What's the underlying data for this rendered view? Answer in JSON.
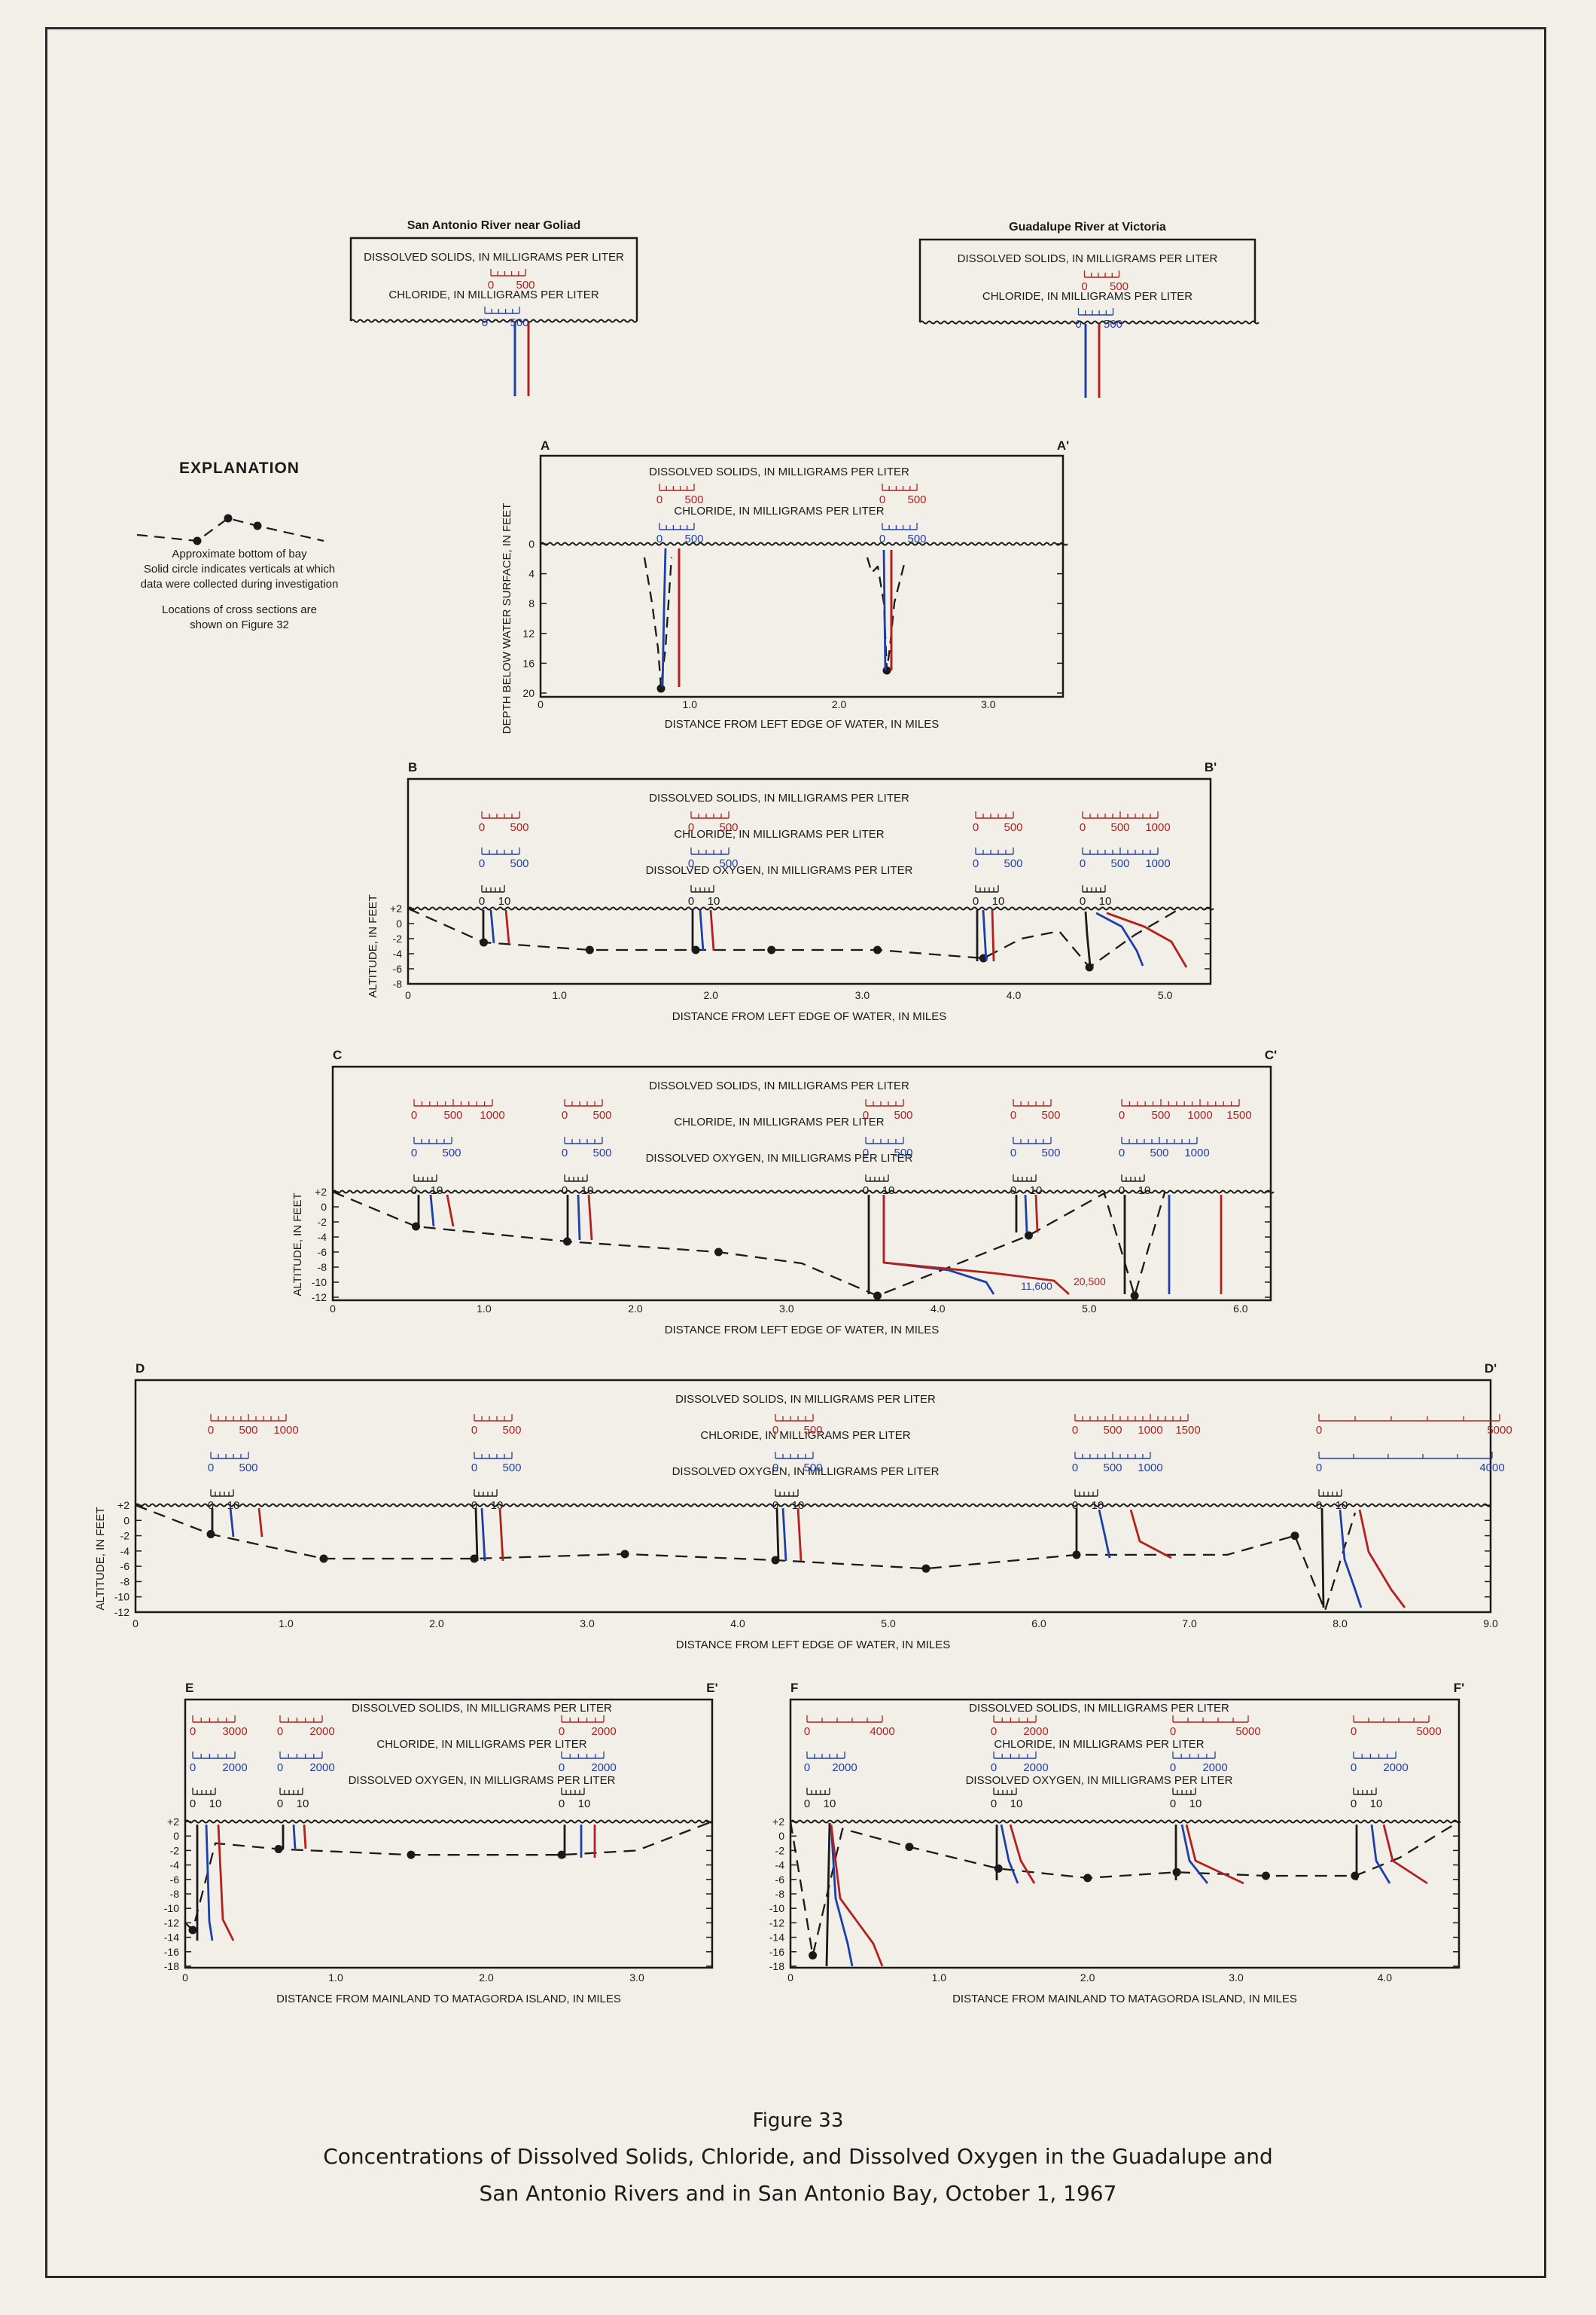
{
  "caption": {
    "number": "Figure 33",
    "line1": "Concentrations of Dissolved Solids, Chloride, and Dissolved Oxygen in the Guadalupe and",
    "line2": "San Antonio Rivers and in San Antonio Bay, October 1, 1967"
  },
  "explanation": {
    "title": "EXPLANATION",
    "line1": "Approximate bottom of bay",
    "line2": "Solid circle indicates verticals at which",
    "line3": "data were collected during investigation",
    "line4": "Locations of cross sections are",
    "line5": "shown on Figure 32"
  },
  "labels": {
    "ds": "DISSOLVED SOLIDS, IN MILLIGRAMS PER LITER",
    "cl": "CHLORIDE, IN MILLIGRAMS PER LITER",
    "do": "DISSOLVED OXYGEN, IN MILLIGRAMS PER LITER"
  },
  "colors": {
    "ds": "#b3201e",
    "cl": "#1f3fa8",
    "do": "#1a1a1a",
    "axis": "#1a1a1a"
  },
  "chart_data": [
    {
      "type": "line",
      "id": "goliad",
      "title": "San Antonio River near Goliad",
      "scales": [
        {
          "ds": {
            "labels": [
              "0",
              "500"
            ]
          },
          "cl": {
            "labels": [
              "0",
              "500"
            ]
          }
        }
      ]
    },
    {
      "type": "line",
      "id": "victoria",
      "title": "Guadalupe River at Victoria",
      "scales": [
        {
          "ds": {
            "labels": [
              "0",
              "500"
            ]
          },
          "cl": {
            "labels": [
              "0",
              "500"
            ]
          }
        }
      ]
    },
    {
      "type": "line",
      "id": "AA",
      "start": "A",
      "end": "A'",
      "ylabel": "DEPTH BELOW WATER SURFACE, IN FEET",
      "xlabel": "DISTANCE FROM LEFT EDGE OF WATER, IN MILES",
      "xlim": [
        0,
        3.5
      ],
      "xticks": [
        "0",
        "1.0",
        "2.0",
        "3.0"
      ],
      "yticks": [
        "0",
        "4",
        "8",
        "12",
        "16",
        "20"
      ],
      "scales": [
        {
          "ds": {
            "labels": [
              "0",
              "500"
            ]
          },
          "cl": {
            "labels": [
              "0",
              "500"
            ]
          }
        },
        {
          "ds": {
            "labels": [
              "0",
              "500"
            ]
          },
          "cl": {
            "labels": [
              "0",
              "500"
            ]
          }
        }
      ]
    },
    {
      "type": "line",
      "id": "BB",
      "start": "B",
      "end": "B'",
      "ylabel": "ALTITUDE, IN FEET",
      "xlabel": "DISTANCE FROM LEFT EDGE OF WATER, IN MILES",
      "xlim": [
        0,
        5.3
      ],
      "ylim": [
        2,
        -8
      ],
      "xticks": [
        "0",
        "1.0",
        "2.0",
        "3.0",
        "4.0",
        "5.0"
      ],
      "yticks": [
        "+2",
        "0",
        "-2",
        "-4",
        "-6",
        "-8"
      ],
      "bottom": [
        [
          0,
          2
        ],
        [
          0.5,
          -2.5
        ],
        [
          1.2,
          -3.5
        ],
        [
          1.9,
          -3.5
        ],
        [
          2.4,
          -3.5
        ],
        [
          3.1,
          -3.5
        ],
        [
          3.8,
          -4.6
        ],
        [
          4.05,
          -2
        ],
        [
          4.3,
          -1
        ],
        [
          4.5,
          -5.8
        ],
        [
          4.8,
          -1.5
        ],
        [
          5.1,
          2
        ]
      ],
      "scales": [
        {
          "ds": {
            "labels": [
              "0",
              "500"
            ]
          },
          "cl": {
            "labels": [
              "0",
              "500"
            ]
          },
          "do": {
            "labels": [
              "0",
              "10"
            ]
          }
        },
        {
          "ds": {
            "labels": [
              "0",
              "500"
            ]
          },
          "cl": {
            "labels": [
              "0",
              "500"
            ]
          },
          "do": {
            "labels": [
              "0",
              "10"
            ]
          }
        },
        {
          "ds": {
            "labels": [
              "0",
              "500"
            ]
          },
          "cl": {
            "labels": [
              "0",
              "500"
            ]
          },
          "do": {
            "labels": [
              "0",
              "10"
            ]
          }
        },
        {
          "ds": {
            "labels": [
              "0",
              "500",
              "1000"
            ]
          },
          "cl": {
            "labels": [
              "0",
              "500",
              "1000"
            ]
          },
          "do": {
            "labels": [
              "0",
              "10"
            ]
          }
        }
      ]
    },
    {
      "type": "line",
      "id": "CC",
      "start": "C",
      "end": "C'",
      "ylabel": "ALTITUDE, IN FEET",
      "xlabel": "DISTANCE FROM LEFT EDGE OF WATER, IN MILES",
      "xlim": [
        0,
        6.2
      ],
      "ylim": [
        2,
        -12
      ],
      "xticks": [
        "0",
        "1.0",
        "2.0",
        "3.0",
        "4.0",
        "5.0",
        "6.0"
      ],
      "yticks": [
        "+2",
        "0",
        "-2",
        "-4",
        "-6",
        "-8",
        "-10",
        "-12"
      ],
      "annotations": [
        "11,600",
        "20,500"
      ],
      "bottom": [
        [
          0,
          2
        ],
        [
          0.55,
          -2.6
        ],
        [
          1.55,
          -4.6
        ],
        [
          2.55,
          -6
        ],
        [
          3.1,
          -7.5
        ],
        [
          3.6,
          -11.8
        ],
        [
          4.6,
          -3.8
        ],
        [
          5.1,
          1.8
        ],
        [
          5.3,
          -11.8
        ],
        [
          5.5,
          2
        ]
      ],
      "scales": [
        {
          "ds": {
            "labels": [
              "0",
              "500",
              "1000"
            ]
          },
          "cl": {
            "labels": [
              "0",
              "500"
            ]
          },
          "do": {
            "labels": [
              "0",
              "10"
            ]
          }
        },
        {
          "ds": {
            "labels": [
              "0",
              "500"
            ]
          },
          "cl": {
            "labels": [
              "0",
              "500"
            ]
          },
          "do": {
            "labels": [
              "0",
              "10"
            ]
          }
        },
        {
          "ds": {
            "labels": [
              "0",
              "500"
            ]
          },
          "cl": {
            "labels": [
              "0",
              "500"
            ]
          },
          "do": {
            "labels": [
              "0",
              "10"
            ]
          }
        },
        {
          "ds": {
            "labels": [
              "0",
              "500"
            ]
          },
          "cl": {
            "labels": [
              "0",
              "500"
            ]
          },
          "do": {
            "labels": [
              "0",
              "10"
            ]
          }
        },
        {
          "ds": {
            "labels": [
              "0",
              "500",
              "1000",
              "1500"
            ]
          },
          "cl": {
            "labels": [
              "0",
              "500",
              "1000"
            ]
          },
          "do": {
            "labels": [
              "0",
              "10"
            ]
          }
        }
      ]
    },
    {
      "type": "line",
      "id": "DD",
      "start": "D",
      "end": "D'",
      "ylabel": "ALTITUDE, IN FEET",
      "xlabel": "DISTANCE FROM LEFT EDGE OF WATER, IN MILES",
      "xlim": [
        0,
        9.0
      ],
      "ylim": [
        2,
        -12
      ],
      "xticks": [
        "0",
        "1.0",
        "2.0",
        "3.0",
        "4.0",
        "5.0",
        "6.0",
        "7.0",
        "8.0",
        "9.0"
      ],
      "yticks": [
        "+2",
        "0",
        "-2",
        "-4",
        "-6",
        "-8",
        "-10",
        "-12"
      ],
      "bottom": [
        [
          0,
          2
        ],
        [
          0.5,
          -1.8
        ],
        [
          1.25,
          -5
        ],
        [
          2.25,
          -5
        ],
        [
          3.25,
          -4.4
        ],
        [
          4.25,
          -5.2
        ],
        [
          5.25,
          -6.3
        ],
        [
          6.25,
          -4.5
        ],
        [
          7.25,
          -4.5
        ],
        [
          7.7,
          -2
        ],
        [
          7.9,
          -11.8
        ],
        [
          8.1,
          1
        ]
      ],
      "scales": [
        {
          "ds": {
            "labels": [
              "0",
              "500",
              "1000"
            ]
          },
          "cl": {
            "labels": [
              "0",
              "500"
            ]
          },
          "do": {
            "labels": [
              "0",
              "10"
            ]
          }
        },
        {
          "ds": {
            "labels": [
              "0",
              "500"
            ]
          },
          "cl": {
            "labels": [
              "0",
              "500"
            ]
          },
          "do": {
            "labels": [
              "0",
              "10"
            ]
          }
        },
        {
          "ds": {
            "labels": [
              "0",
              "500"
            ]
          },
          "cl": {
            "labels": [
              "0",
              "500"
            ]
          },
          "do": {
            "labels": [
              "0",
              "10"
            ]
          }
        },
        {
          "ds": {
            "labels": [
              "0",
              "500",
              "1000",
              "1500"
            ]
          },
          "cl": {
            "labels": [
              "0",
              "500",
              "1000"
            ]
          },
          "do": {
            "labels": [
              "0",
              "10"
            ]
          }
        },
        {
          "ds": {
            "labels": [
              "0",
              "5000"
            ]
          },
          "cl": {
            "labels": [
              "0",
              "4000"
            ]
          },
          "do": {
            "labels": [
              "0",
              "10"
            ]
          }
        }
      ]
    },
    {
      "type": "line",
      "id": "EE",
      "start": "E",
      "end": "E'",
      "xlabel": "DISTANCE FROM MAINLAND TO MATAGORDA ISLAND, IN MILES",
      "xlim": [
        0,
        3.5
      ],
      "ylim": [
        2,
        -18
      ],
      "xticks": [
        "0",
        "1.0",
        "2.0",
        "3.0"
      ],
      "yticks": [
        "+2",
        "0",
        "-2",
        "-4",
        "-6",
        "-8",
        "-10",
        "-12",
        "-14",
        "-16",
        "-18"
      ],
      "bottom": [
        [
          0,
          -12
        ],
        [
          0.05,
          -13
        ],
        [
          0.2,
          -1
        ],
        [
          0.62,
          -1.8
        ],
        [
          1.5,
          -2.6
        ],
        [
          2.5,
          -2.6
        ],
        [
          3.0,
          -2
        ],
        [
          3.5,
          2
        ]
      ],
      "scales": [
        {
          "ds": {
            "labels": [
              "0",
              "3000"
            ]
          },
          "cl": {
            "labels": [
              "0",
              "2000"
            ]
          },
          "do": {
            "labels": [
              "0",
              "10"
            ]
          }
        },
        {
          "ds": {
            "labels": [
              "0",
              "2000"
            ]
          },
          "cl": {
            "labels": [
              "0",
              "2000"
            ]
          },
          "do": {
            "labels": [
              "0",
              "10"
            ]
          }
        },
        {
          "ds": {
            "labels": [
              "0",
              "2000"
            ]
          },
          "cl": {
            "labels": [
              "0",
              "2000"
            ]
          },
          "do": {
            "labels": [
              "0",
              "10"
            ]
          }
        }
      ]
    },
    {
      "type": "line",
      "id": "FF",
      "start": "F",
      "end": "F'",
      "xlabel": "DISTANCE FROM MAINLAND TO MATAGORDA ISLAND, IN MILES",
      "xlim": [
        0,
        4.5
      ],
      "ylim": [
        2,
        -18
      ],
      "xticks": [
        "0",
        "1.0",
        "2.0",
        "3.0",
        "4.0"
      ],
      "yticks": [
        "+2",
        "0",
        "-2",
        "-4",
        "-6",
        "-8",
        "-10",
        "-12",
        "-14",
        "-16",
        "-18"
      ],
      "bottom": [
        [
          0,
          2
        ],
        [
          0.15,
          -16.5
        ],
        [
          0.35,
          1
        ],
        [
          0.8,
          -1.5
        ],
        [
          1.4,
          -4.5
        ],
        [
          2.0,
          -5.8
        ],
        [
          2.6,
          -5
        ],
        [
          3.2,
          -5.5
        ],
        [
          3.8,
          -5.5
        ],
        [
          4.1,
          -3
        ],
        [
          4.5,
          2
        ]
      ],
      "scales": [
        {
          "ds": {
            "labels": [
              "0",
              "4000"
            ]
          },
          "cl": {
            "labels": [
              "0",
              "2000"
            ]
          },
          "do": {
            "labels": [
              "0",
              "10"
            ]
          }
        },
        {
          "ds": {
            "labels": [
              "0",
              "2000"
            ]
          },
          "cl": {
            "labels": [
              "0",
              "2000"
            ]
          },
          "do": {
            "labels": [
              "0",
              "10"
            ]
          }
        },
        {
          "ds": {
            "labels": [
              "0",
              "5000"
            ]
          },
          "cl": {
            "labels": [
              "0",
              "2000"
            ]
          },
          "do": {
            "labels": [
              "0",
              "10"
            ]
          }
        },
        {
          "ds": {
            "labels": [
              "0",
              "5000"
            ]
          },
          "cl": {
            "labels": [
              "0",
              "2000"
            ]
          },
          "do": {
            "labels": [
              "0",
              "10"
            ]
          }
        }
      ]
    }
  ]
}
